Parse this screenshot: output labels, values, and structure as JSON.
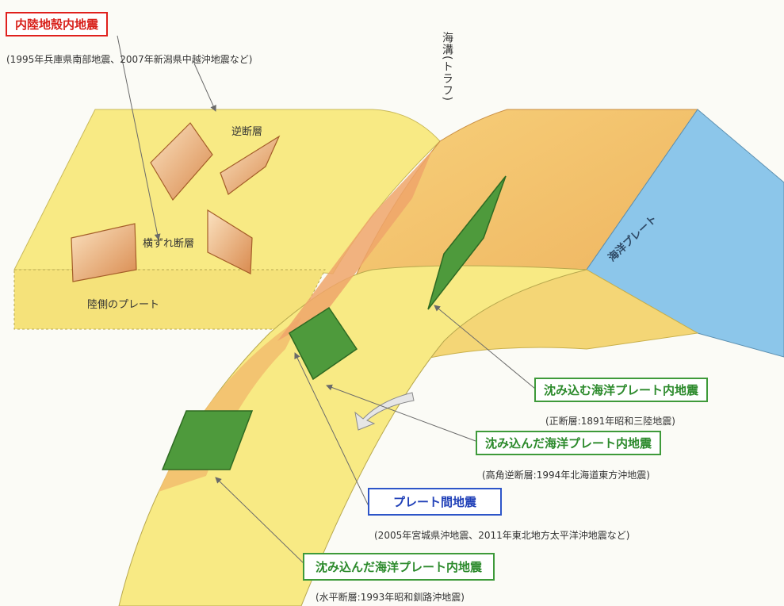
{
  "labels": {
    "inland_crust_title": "内陸地殻内地震",
    "inland_crust_examples": "(1995年兵庫県南部地震、2007年新潟県中越沖地震など)",
    "trench": "海溝(トラフ)",
    "reverse_fault": "逆断層",
    "strike_slip_fault": "横ずれ断層",
    "land_plate": "陸側のプレート",
    "ocean_plate": "海洋プレート",
    "sinking_intraplate_title": "沈み込む海洋プレート内地震",
    "sinking_intraplate_note": "(正断層:1891年昭和三陸地震)",
    "subducted_intraplate_title": "沈み込んだ海洋プレート内地震",
    "subducted_intraplate_note": "(高角逆断層:1994年北海道東方沖地震)",
    "interplate_title": "プレート間地震",
    "interplate_examples": "(2005年宮城県沖地震、2011年東北地方太平洋沖地震など)",
    "subducted_intraplate2_title": "沈み込んだ海洋プレート内地震",
    "subducted_intraplate2_note": "(水平断層:1993年昭和釧路沖地震)"
  },
  "colors": {
    "land_plate": "#f8ea84",
    "ocean_plate_top": "#f2c070",
    "ocean_plate_side": "#8cc6ea",
    "fault_plane_green": "#4e9a3c",
    "fault_plane_orange": "#eea46a",
    "title_red": "#e0201d",
    "title_green": "#3e9a3a",
    "title_blue": "#2d55c8"
  }
}
